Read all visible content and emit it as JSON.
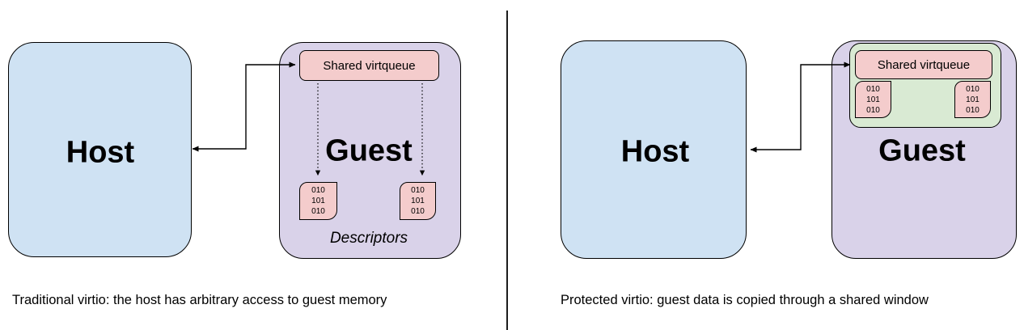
{
  "diagram": {
    "left": {
      "host_label": "Host",
      "guest_label": "Guest",
      "virtqueue_label": "Shared virtqueue",
      "descriptor_text": "010\n101\n010",
      "descriptors_caption": "Descriptors",
      "caption": "Traditional virtio: the host has arbitrary access to guest memory"
    },
    "right": {
      "host_label": "Host",
      "guest_label": "Guest",
      "virtqueue_label": "Shared virtqueue",
      "descriptor_text": "010\n101\n010",
      "caption": "Protected virtio: guest data is copied through a shared window"
    },
    "colors": {
      "host_fill": "#cfe2f3",
      "guest_fill": "#d9d2e9",
      "virtqueue_fill": "#f4cccc",
      "descriptor_fill": "#f4cccc",
      "window_fill": "#d9ead3",
      "border_color": "#000000",
      "background": "#ffffff"
    }
  }
}
